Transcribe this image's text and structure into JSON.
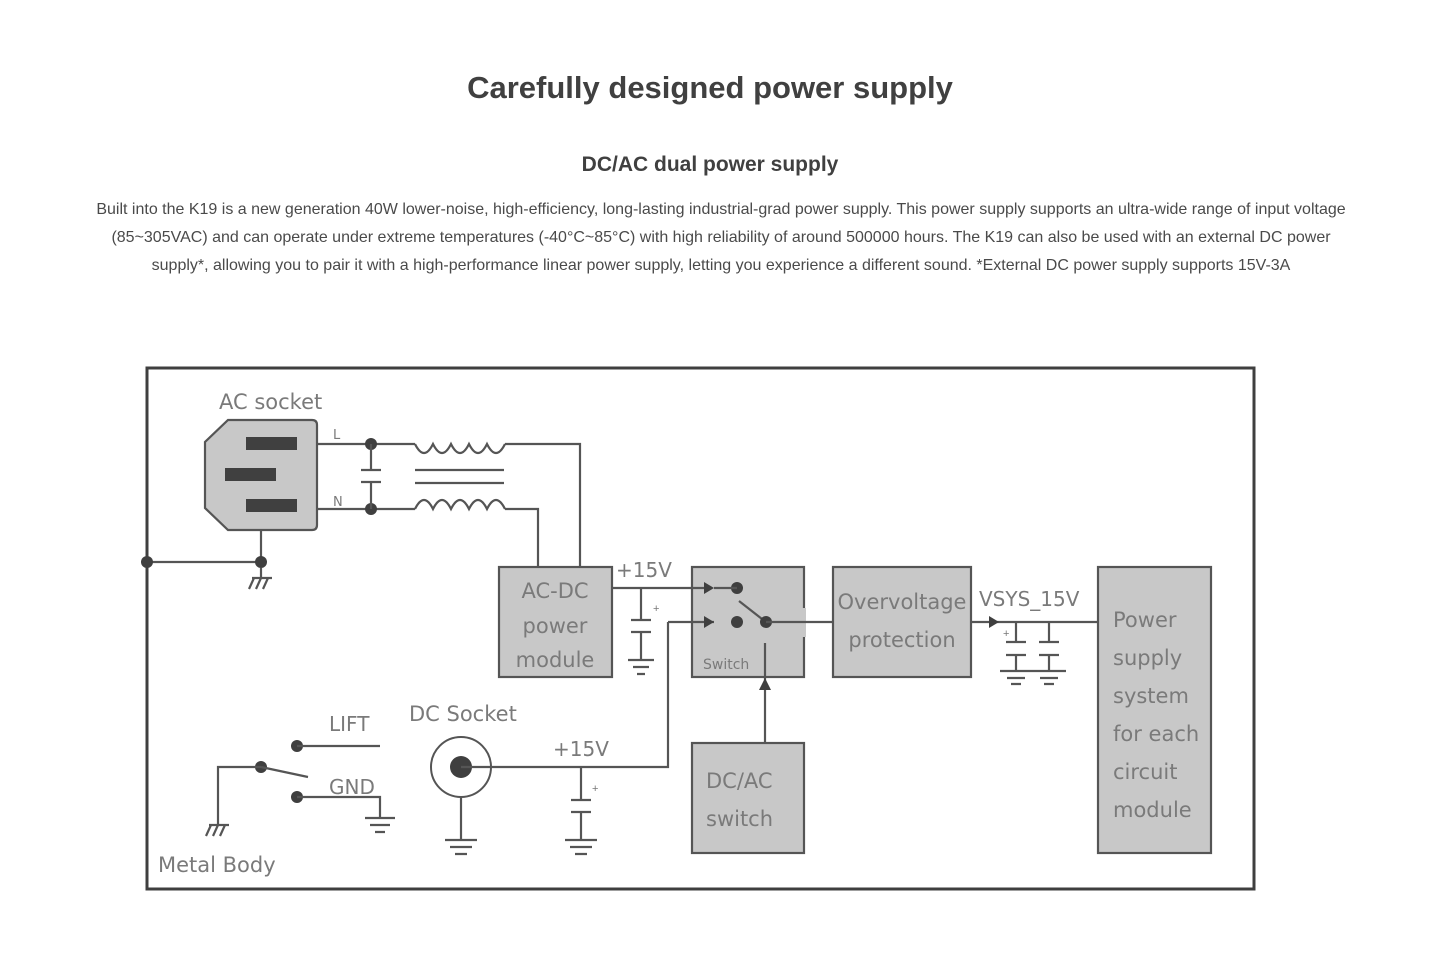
{
  "page": {
    "title": "Carefully designed power supply",
    "subtitle": "DC/AC dual power supply",
    "description": "Built into the K19 is a new generation 40W lower-noise, high-efficiency, long-lasting industrial-grad power supply. This power supply supports an ultra-wide range of input voltage (85~305VAC) and can operate under extreme temperatures (-40°C~85°C) with high reliability of around 500000 hours. The K19 can also be used with an external DC power supply*, allowing you to pair it with a high-performance linear power supply, letting you experience a different sound. *External DC power supply supports 15V-3A"
  },
  "diagram": {
    "ac_socket_label": "AC socket",
    "line_label": "L",
    "neutral_label": "N",
    "acdc_block": [
      "AC-DC",
      "power",
      "module"
    ],
    "acdc_output_label": "+15V",
    "switch_label": "Switch",
    "overvoltage_block": [
      "Overvoltage",
      "protection"
    ],
    "vsys_label": "VSYS_15V",
    "power_system_block": [
      "Power",
      "supply",
      "system",
      "for each",
      "circuit",
      "module"
    ],
    "dcac_switch_block": [
      "DC/AC",
      "switch"
    ],
    "dc_socket_label": "DC Socket",
    "dc_output_label": "+15V",
    "lift_label": "LIFT",
    "gnd_label": "GND",
    "metal_body_label": "Metal Body",
    "cap_polarity": "+"
  }
}
